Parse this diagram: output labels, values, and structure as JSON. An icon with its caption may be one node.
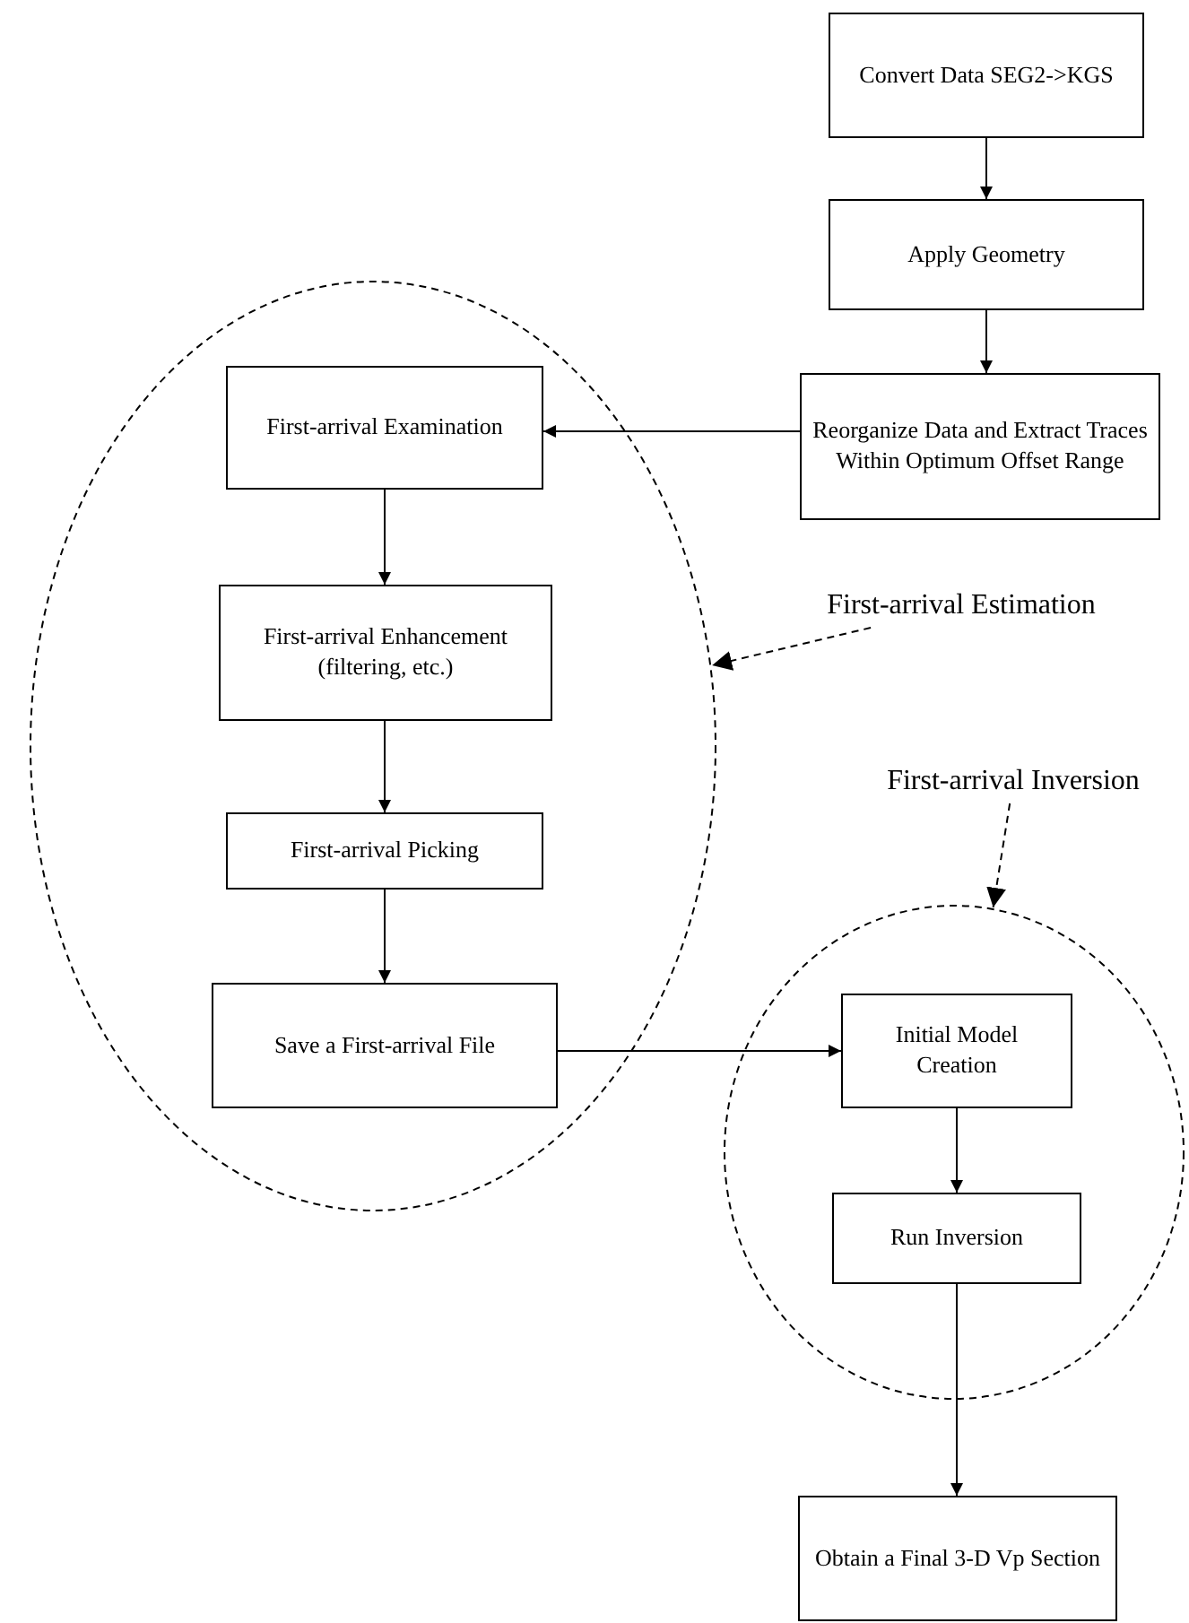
{
  "diagram": {
    "nodes": [
      {
        "text": [
          "Convert Data SEG2->KGS"
        ]
      },
      {
        "text": [
          "Apply Geometry"
        ]
      },
      {
        "text": [
          "Reorganize Data and Extract Traces Within Optimum Offset Range"
        ]
      },
      {
        "text": [],
        "shape": "ellipse"
      },
      {
        "text": [
          "First-arrival Examination"
        ],
        "in": 3
      },
      {
        "text": [
          "First-arrival Enhancement (filtering, etc.)"
        ],
        "in": 3
      },
      {
        "text": [
          "First-arrival Picking"
        ],
        "in": 3
      },
      {
        "text": [
          "Save a First-arrival File"
        ],
        "in": 3
      },
      {
        "text": [
          "First-arrival Estimation"
        ]
      },
      {
        "text": [
          "First-arrival Inversion"
        ]
      },
      {
        "text": [],
        "shape": "ellipse"
      },
      {
        "text": [
          "Initial Model Creation"
        ],
        "in": 10
      },
      {
        "text": [
          "Run Inversion"
        ],
        "in": 10
      },
      {
        "text": [
          "Obtain a Final 3-D Vp Section"
        ]
      }
    ],
    "edges": [
      {
        "from": 0,
        "to": 1,
        "arrow": "to"
      },
      {
        "from": 1,
        "to": 2,
        "arrow": "to"
      },
      {
        "from": 2,
        "to": 4,
        "arrow": "to"
      },
      {
        "from": 4,
        "to": 5,
        "arrow": "to"
      },
      {
        "from": 5,
        "to": 6,
        "arrow": "to"
      },
      {
        "from": 6,
        "to": 7,
        "arrow": "to"
      },
      {
        "from": 7,
        "to": 11,
        "arrow": "to"
      },
      {
        "from": 11,
        "to": 12,
        "arrow": "to"
      },
      {
        "from": 12,
        "to": 13,
        "arrow": "to"
      },
      {
        "from": 8,
        "to": 3,
        "arrow": "to",
        "style": "dashed"
      },
      {
        "from": 9,
        "to": 10,
        "arrow": "to",
        "style": "dashed"
      }
    ]
  }
}
